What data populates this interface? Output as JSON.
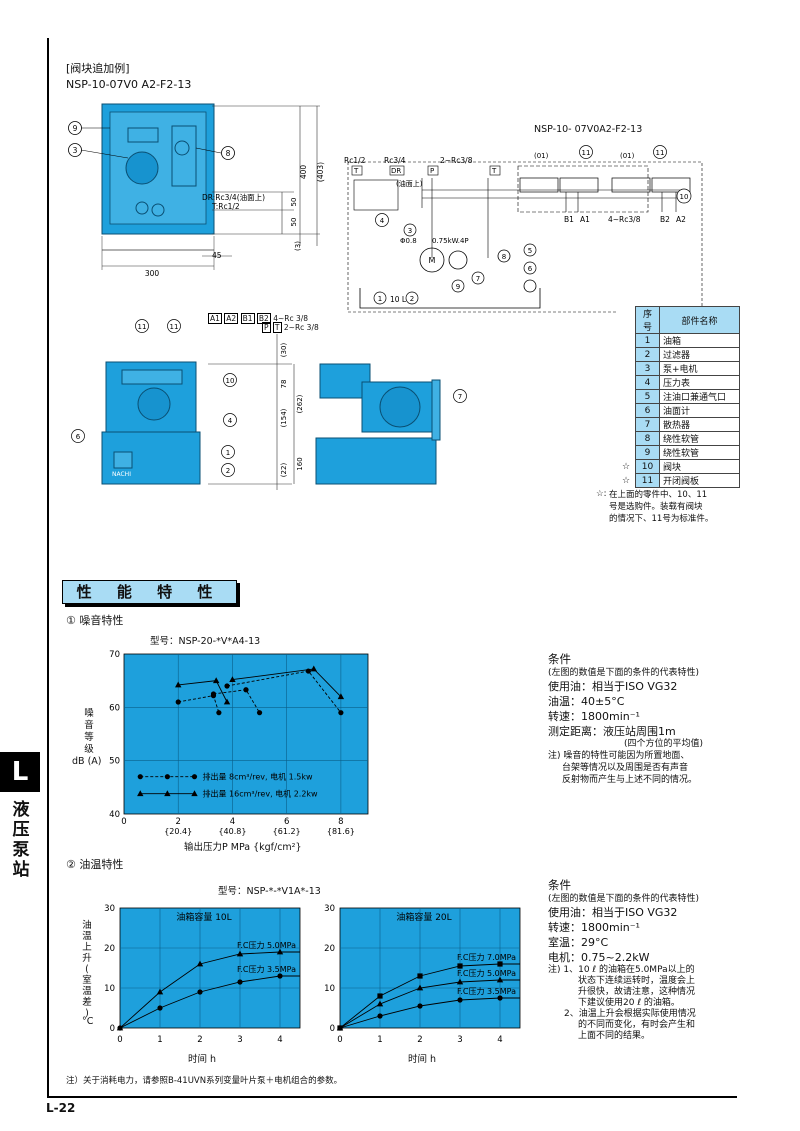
{
  "header": {
    "bracket_title": "[阀块追加例]",
    "model": "NSP-10-07V0 A2-F2-13"
  },
  "top_drawing": {
    "dims": [
      "400",
      "(403)",
      "50",
      "50",
      "(3)",
      "300",
      "45"
    ],
    "labels": {
      "dr": "DR:Rc3/4(油面上)",
      "t": "T:Rc1/2"
    },
    "callouts": [
      "9",
      "3",
      "8"
    ]
  },
  "circuit": {
    "title": "NSP-10- 07V0A2-F2-13",
    "ports": {
      "rc12": "Rc1/2",
      "rc34": "Rc3/4",
      "t": "T",
      "dr": "DR",
      "oil_top": "(油面上)",
      "p": "P",
      "rc38": "2~Rc3/8",
      "t2": "T",
      "rc38b": "4~Rc3/8"
    },
    "labels": {
      "orifice": "Φ0.8",
      "motor": "0.75kW.4P",
      "m": "M",
      "tank": "10 L",
      "b1": "B1",
      "a1": "A1",
      "b2": "B2",
      "a2": "A2",
      "p01": "(01)",
      "p01b": "(01)"
    },
    "callouts": [
      "1",
      "2",
      "3",
      "4",
      "5",
      "6",
      "7",
      "8",
      "9",
      "10",
      "11",
      "11"
    ]
  },
  "mid_drawing": {
    "port_boxes": [
      "A1",
      "A2",
      "B1",
      "B2",
      "P",
      "T"
    ],
    "port_text": {
      "a": "4~Rc 3/8",
      "b": "2~Rc 3/8"
    },
    "dims": [
      "(30)",
      "78",
      "(262)",
      "(154)",
      "160",
      "(22)"
    ],
    "callouts": [
      "11",
      "11",
      "10",
      "4",
      "6",
      "1",
      "2",
      "7"
    ],
    "brand": "NACHI"
  },
  "parts_table": {
    "headers": [
      "序号",
      "部件名称"
    ],
    "rows": [
      {
        "no": "1",
        "name": "油箱",
        "star": ""
      },
      {
        "no": "2",
        "name": "过滤器",
        "star": ""
      },
      {
        "no": "3",
        "name": "泵+电机",
        "star": ""
      },
      {
        "no": "4",
        "name": "压力表",
        "star": ""
      },
      {
        "no": "5",
        "name": "注油口兼通气口",
        "star": ""
      },
      {
        "no": "6",
        "name": "油面计",
        "star": ""
      },
      {
        "no": "7",
        "name": "散热器",
        "star": ""
      },
      {
        "no": "8",
        "name": "绕性软管",
        "star": ""
      },
      {
        "no": "9",
        "name": "绕性软管",
        "star": ""
      },
      {
        "no": "10",
        "name": "阀块",
        "star": "☆"
      },
      {
        "no": "11",
        "name": "开闭阀板",
        "star": "☆"
      }
    ],
    "note_star": "☆:",
    "note": [
      "在上面的零件中、10、11",
      "号是选购件。装载有阀块",
      "的情况下、11号为标准件。"
    ]
  },
  "section_title": "性 能 特 性",
  "noise": {
    "heading": "① 噪音特性",
    "model_label": "型号：NSP-20-*V*A4-13",
    "yaxis_text": [
      "噪",
      "音",
      "等",
      "级"
    ],
    "yunit": "dB (A)",
    "xlabel": "输出压力P  MPa {kgf/cm²}",
    "legend": [
      "排出量 8cm³/rev, 电机 1.5kw",
      "排出量 16cm³/rev, 电机 2.2kw"
    ],
    "conditions": {
      "title": "条件",
      "sub": "(左图的数值是下面的条件的代表特性)",
      "oil": "使用油：相当于ISO VG32",
      "temp": "油温：40±5°C",
      "speed": "转速：1800min⁻¹",
      "dist": "测定距离：液压站周围1m",
      "dist2": "(四个方位的平均值)",
      "note": [
        "注) 噪音的特性可能因为所置地面、",
        "台架等情况以及周围是否有声音",
        "反射物而产生与上述不同的情况。"
      ]
    }
  },
  "oil": {
    "heading": "② 油温特性",
    "model_label": "型号：NSP-*-*V1A*-13",
    "yaxis_text": [
      "油",
      "温",
      "上",
      "升",
      "(",
      "室",
      "温",
      "差",
      ")"
    ],
    "yunit": "°C",
    "xlabel": "时间  h",
    "xlabel2": "时间  h",
    "conditions": {
      "title": "条件",
      "sub": "(左图的数值是下面的条件的代表特性)",
      "oil": "使用油：相当于ISO VG32",
      "speed": "转速：1800min⁻¹",
      "room": "室温：29°C",
      "motor": "电机：0.75~2.2kW",
      "note1": [
        "注) 1、10 ℓ 的油箱在5.0MPa以上的",
        "状态下连续运转时，温度会上",
        "升很快，故请注意，这种情况",
        "下建议使用20 ℓ 的油箱。"
      ],
      "note2": [
        "2、油温上升会根据实际使用情况",
        "的不同而变化，有时会产生和",
        "上面不同的结果。"
      ]
    }
  },
  "footnote": "注）关于消耗电力，请参照B-41UVN系列变量叶片泵＋电机组合的参数。",
  "page_no": "L-22",
  "side_tab": {
    "letter": "L",
    "text": [
      "液",
      "压",
      "泵",
      "站"
    ]
  },
  "chart_data": [
    {
      "type": "line",
      "title": "型号：NSP-20-*V*A4-13",
      "xlabel": "输出压力P  MPa {kgf/cm²}",
      "ylabel": "噪音等级 dB (A)",
      "xlim": [
        0,
        9
      ],
      "ylim": [
        40,
        70
      ],
      "xticks": [
        {
          "v": 0,
          "label": "0"
        },
        {
          "v": 2,
          "label": "2",
          "sub": "{20.4}"
        },
        {
          "v": 4,
          "label": "4",
          "sub": "{40.8}"
        },
        {
          "v": 6,
          "label": "6",
          "sub": "{61.2}"
        },
        {
          "v": 8,
          "label": "8",
          "sub": "{81.6}"
        }
      ],
      "yticks": [
        40,
        50,
        60,
        70
      ],
      "legend_position": "lower-left",
      "series": [
        {
          "name": "排出量 8cm³/rev, 电机 1.5kw",
          "style": "dashed",
          "marker": "circle",
          "curves": [
            [
              [
                2,
                61
              ],
              [
                3.3,
                62.2
              ],
              [
                3.5,
                59
              ]
            ],
            [
              [
                3.3,
                62.5
              ],
              [
                4.5,
                63.3
              ],
              [
                5,
                59
              ]
            ],
            [
              [
                3.8,
                64
              ],
              [
                6.8,
                66.8
              ],
              [
                8,
                59
              ]
            ]
          ]
        },
        {
          "name": "排出量 16cm³/rev, 电机 2.2kw",
          "style": "solid",
          "marker": "triangle",
          "curves": [
            [
              [
                2,
                64.2
              ],
              [
                3.4,
                65
              ],
              [
                3.8,
                61
              ]
            ],
            [
              [
                4,
                65.2
              ],
              [
                7,
                67.2
              ],
              [
                8,
                62
              ]
            ]
          ]
        }
      ]
    },
    {
      "type": "line",
      "title": "油箱容量 10L",
      "xlabel": "时间  h",
      "ylabel": "油温上升(室温差) °C",
      "xlim": [
        0,
        4.5
      ],
      "ylim": [
        0,
        30
      ],
      "xticks": [
        0,
        1,
        2,
        3,
        4
      ],
      "yticks": [
        0,
        10,
        20,
        30
      ],
      "series": [
        {
          "name": "F.C压力  5.0MPa",
          "marker": "triangle",
          "points": [
            [
              0,
              0
            ],
            [
              1,
              9
            ],
            [
              2,
              16
            ],
            [
              3,
              18.5
            ],
            [
              4,
              19
            ],
            [
              4.5,
              19
            ]
          ]
        },
        {
          "name": "F.C压力  3.5MPa",
          "marker": "circle",
          "points": [
            [
              0,
              0
            ],
            [
              1,
              5
            ],
            [
              2,
              9
            ],
            [
              3,
              11.5
            ],
            [
              4,
              13
            ],
            [
              4.5,
              13
            ]
          ]
        }
      ]
    },
    {
      "type": "line",
      "title": "油箱容量 20L",
      "xlabel": "时间  h",
      "ylabel": "",
      "xlim": [
        0,
        4.5
      ],
      "ylim": [
        0,
        30
      ],
      "xticks": [
        0,
        1,
        2,
        3,
        4
      ],
      "yticks": [
        0,
        10,
        20,
        30
      ],
      "series": [
        {
          "name": "F.C压力  7.0MPa",
          "marker": "square",
          "points": [
            [
              0,
              0
            ],
            [
              1,
              8
            ],
            [
              2,
              13
            ],
            [
              3,
              15.5
            ],
            [
              4,
              16
            ],
            [
              4.5,
              16
            ]
          ]
        },
        {
          "name": "F.C压力  5.0MPa",
          "marker": "triangle",
          "points": [
            [
              0,
              0
            ],
            [
              1,
              6
            ],
            [
              2,
              10
            ],
            [
              3,
              11.5
            ],
            [
              4,
              12
            ],
            [
              4.5,
              12
            ]
          ]
        },
        {
          "name": "F.C压力  3.5MPa",
          "marker": "circle",
          "points": [
            [
              0,
              0
            ],
            [
              1,
              3
            ],
            [
              2,
              5.5
            ],
            [
              3,
              7
            ],
            [
              4,
              7.5
            ],
            [
              4.5,
              7.5
            ]
          ]
        }
      ]
    }
  ]
}
